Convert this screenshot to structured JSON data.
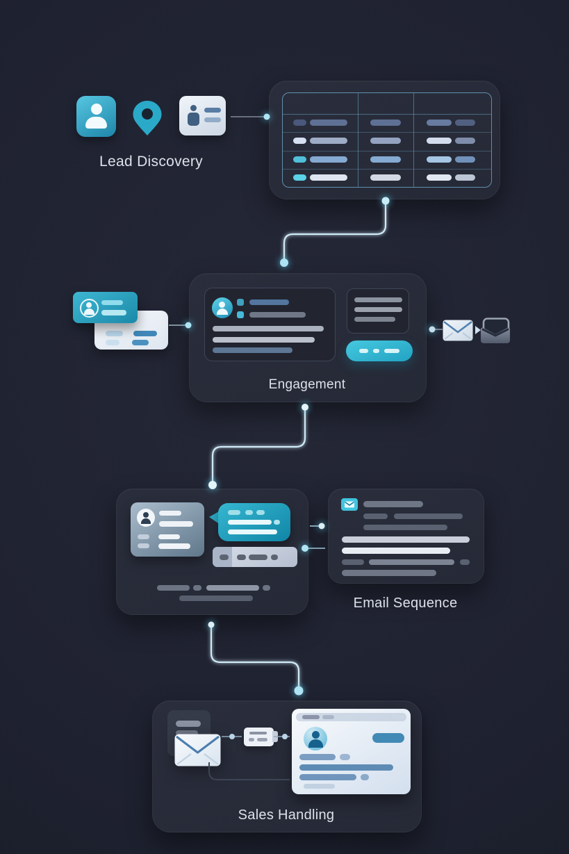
{
  "palette": {
    "background": "#1e2130",
    "panel": "#272b38",
    "accent_teal": "#36b8d6",
    "connector": "#cfeaf6",
    "text": "#dce1ea",
    "table_border": "#6fa6c9",
    "light_card": "#eef2f8",
    "steel_blue": "#5d8ab4"
  },
  "stages": {
    "lead_discovery": {
      "label": "Lead Discovery",
      "icons": [
        "person",
        "location-pin",
        "contact-card"
      ],
      "node": "lead-table-3-columns-4-rows"
    },
    "engagement": {
      "label": "Engagement",
      "icons": [
        "contact-badge-card",
        "message-card",
        "closed-envelope",
        "open-envelope"
      ]
    },
    "email_sequence": {
      "label": "Email Sequence",
      "icons": [
        "profile-chat-card",
        "chat-bubble",
        "envelope-badge"
      ]
    },
    "sales_handling": {
      "label": "Sales Handling",
      "icons": [
        "document",
        "envelope",
        "note-card",
        "profile-card"
      ]
    }
  },
  "flow": [
    "lead_discovery -> engagement",
    "engagement -> email_sequence",
    "email_sequence -> sales_handling"
  ]
}
